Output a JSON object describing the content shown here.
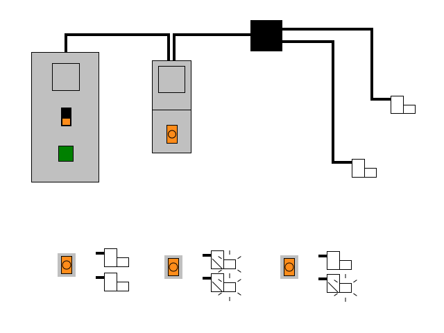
{
  "colors": {
    "background": "#ffffff",
    "panel": "#c0c0c0",
    "outline": "#000000",
    "cable": "#000000",
    "splitter": "#000000",
    "orange": "#ff8c1a",
    "green": "#008000",
    "white": "#ffffff"
  },
  "components": {
    "main_unit": {
      "icons": [
        "socket-icon",
        "switch-icon",
        "indicator-light-icon"
      ]
    },
    "adapter_unit": {
      "icons": [
        "socket-icon",
        "push-button-icon"
      ]
    },
    "splitter": {
      "icon": "junction-box-icon"
    },
    "lamps": {
      "icon": "lamp-icon",
      "count": 2
    }
  },
  "legend": {
    "rows": [
      {
        "button_state": "off",
        "lamp_top_lit": false,
        "lamp_bottom_lit": false
      },
      {
        "button_state": "pressed",
        "lamp_top_lit": true,
        "lamp_bottom_lit": true
      },
      {
        "button_state": "pressed",
        "lamp_top_lit": false,
        "lamp_bottom_lit": true
      }
    ]
  }
}
